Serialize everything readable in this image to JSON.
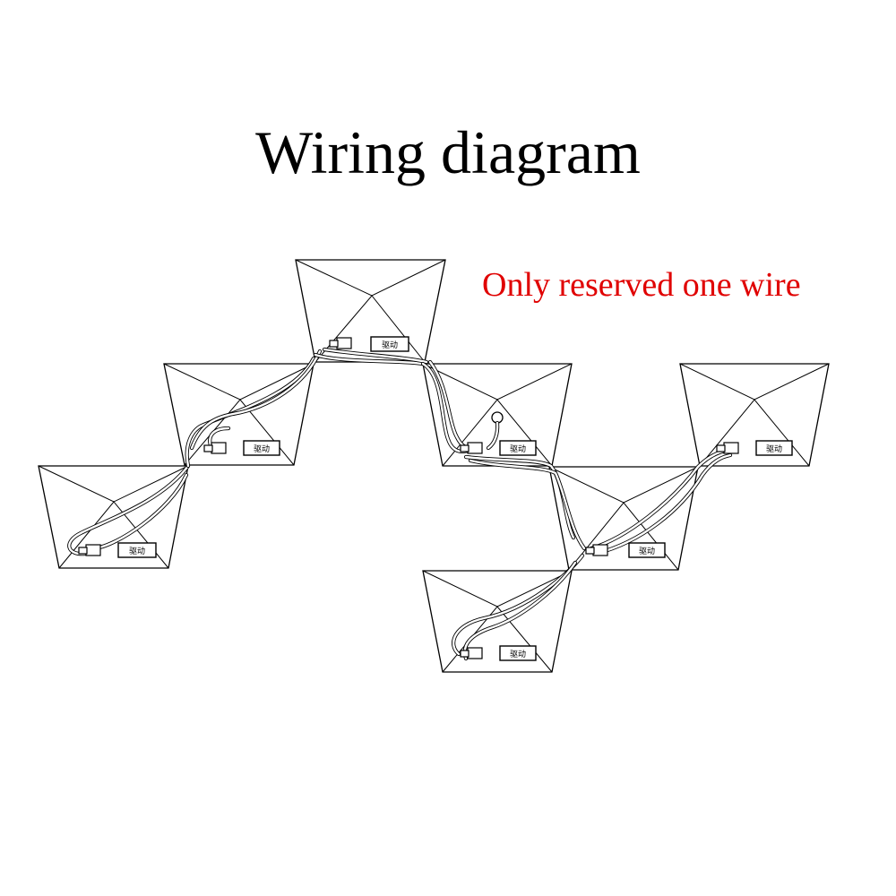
{
  "title": "Wiring diagram",
  "note": {
    "text": "Only reserved one wire",
    "color": "#e00000"
  },
  "driver_label": "驱动",
  "panels": [
    {
      "id": "top-center"
    },
    {
      "id": "upper-left"
    },
    {
      "id": "far-left"
    },
    {
      "id": "center-right"
    },
    {
      "id": "far-right"
    },
    {
      "id": "lower-right"
    },
    {
      "id": "bottom"
    }
  ]
}
